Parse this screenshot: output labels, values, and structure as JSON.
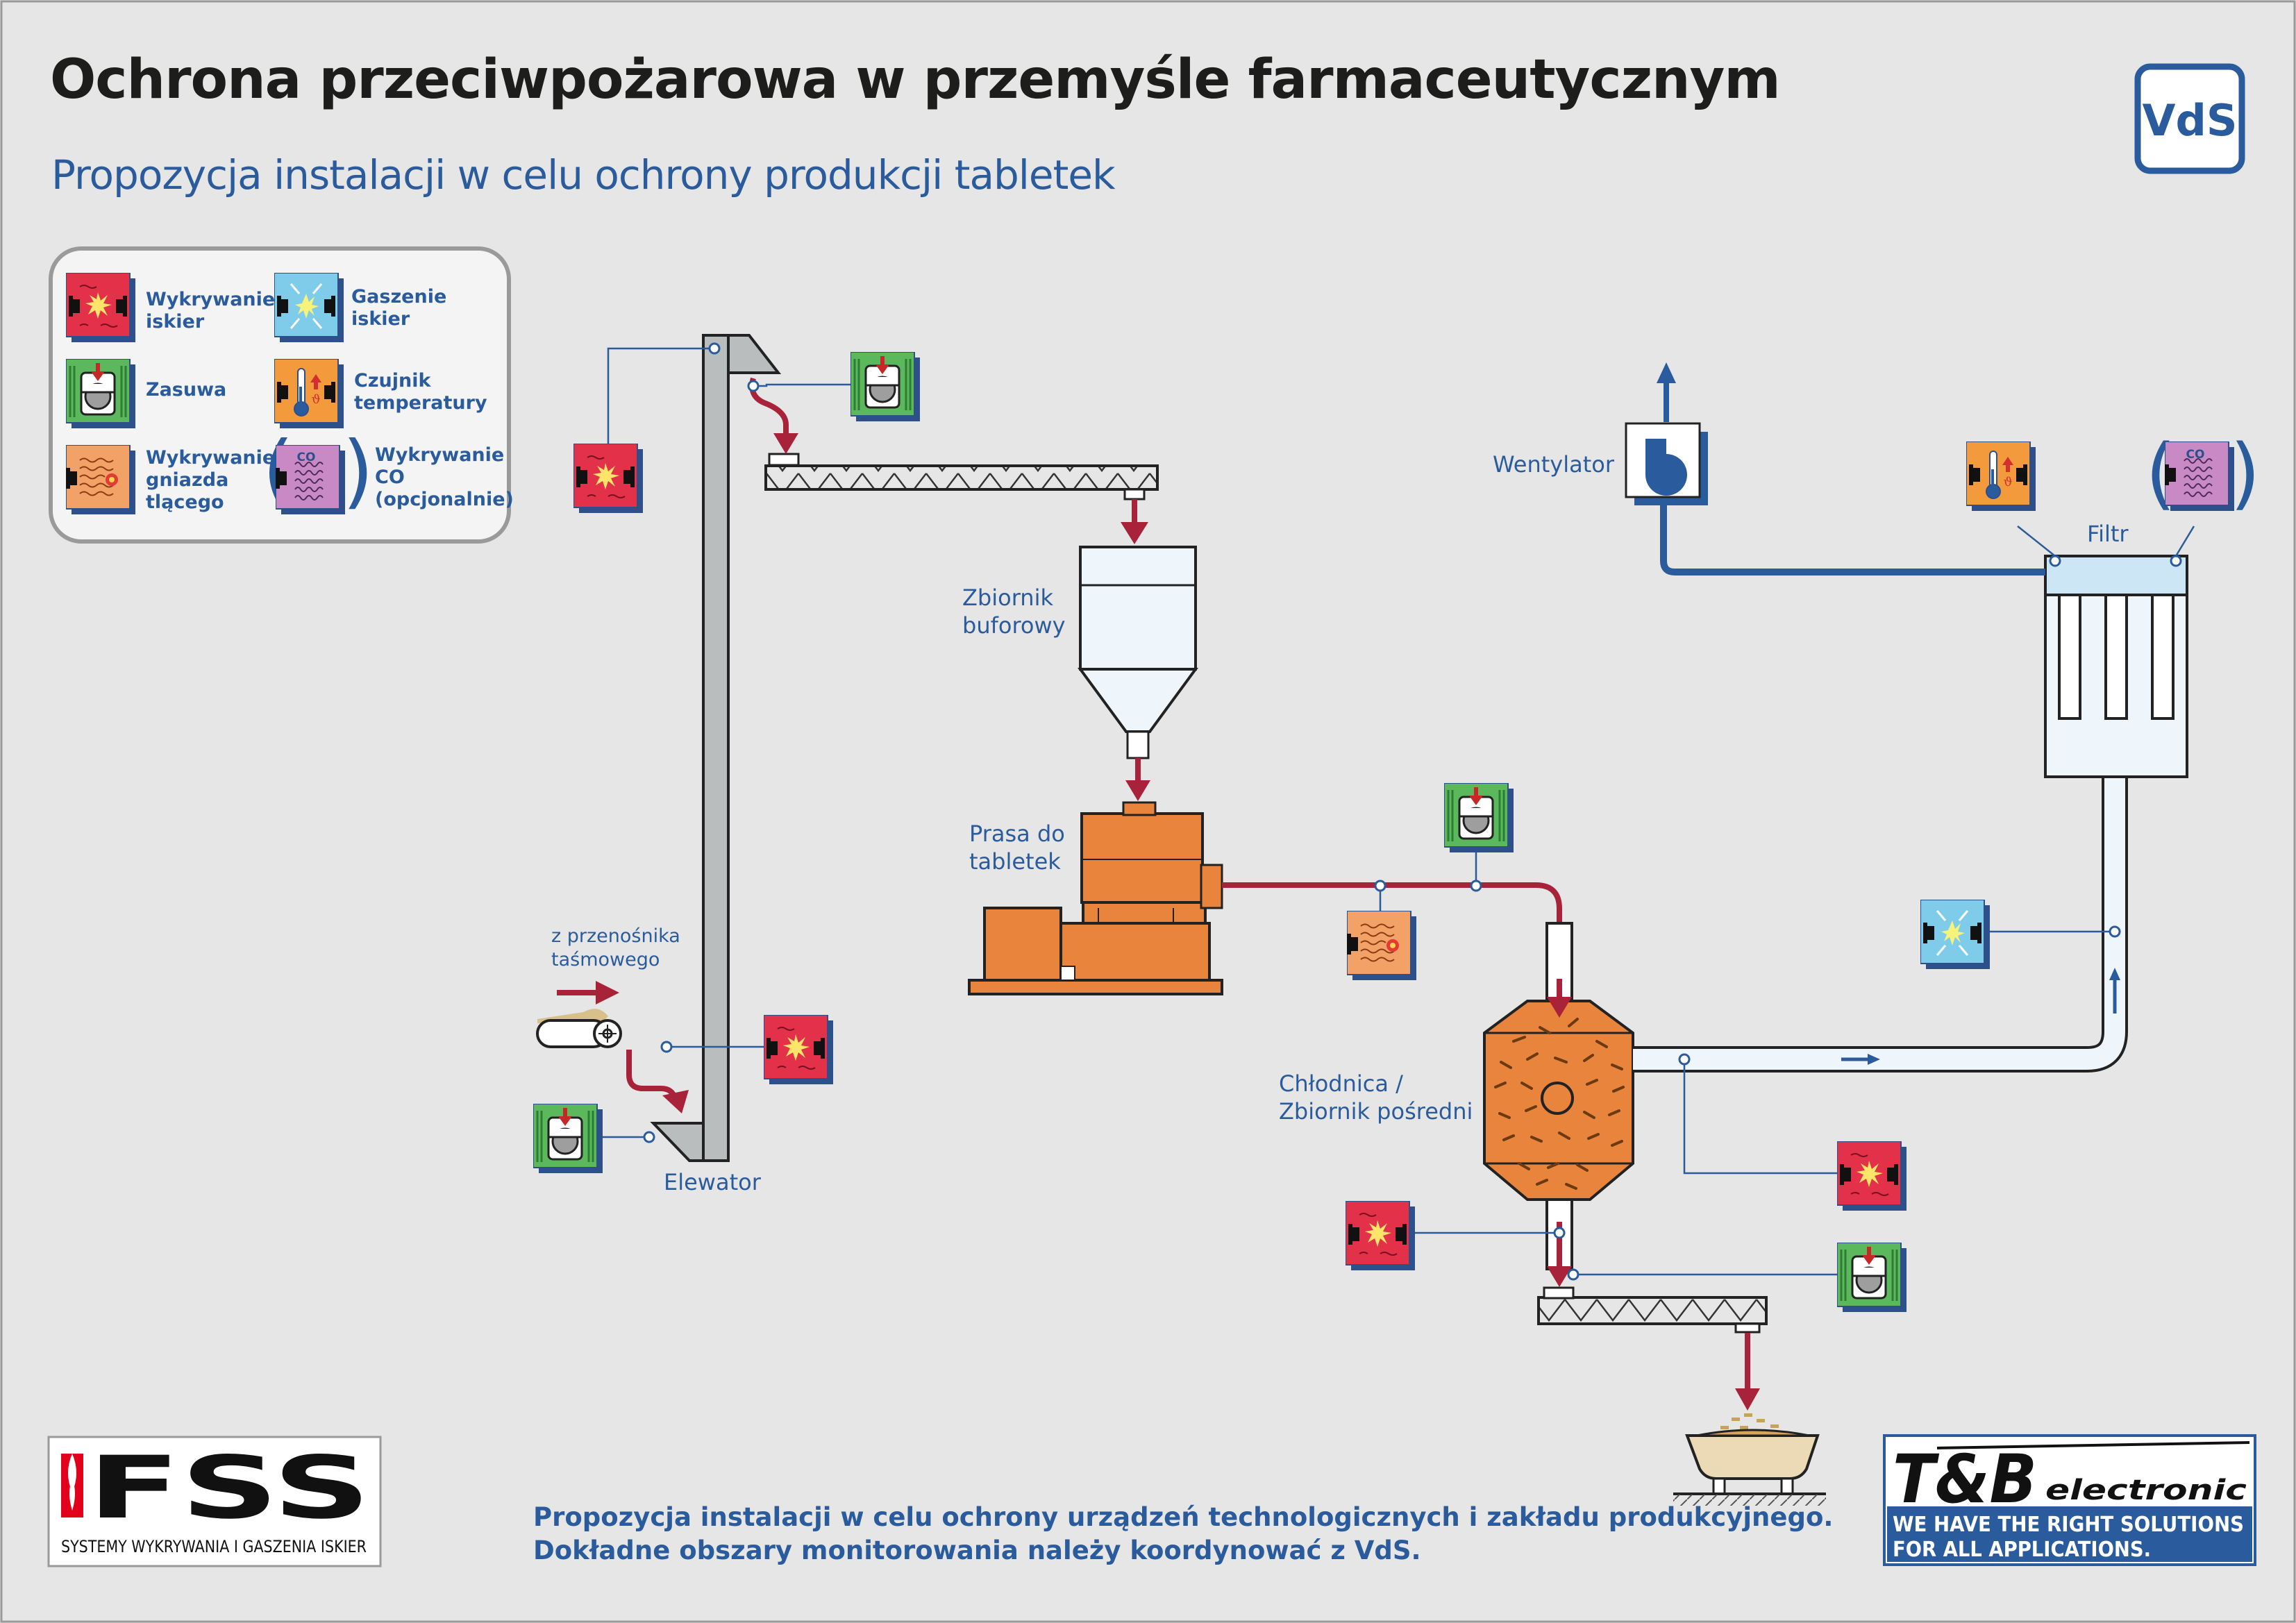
{
  "header": {
    "title": "Ochrona przeciwpożarowa w przemyśle farmaceutycznym",
    "subtitle": "Propozycja instalacji w celu ochrony produkcji tabletek",
    "vds_logo": "VdS"
  },
  "legend": {
    "spark_detection": [
      "Wykrywanie",
      "iskier"
    ],
    "spark_extinguishing": [
      "Gaszenie",
      "iskier"
    ],
    "gate": [
      "Zasuwa"
    ],
    "temperature_sensor": [
      "Czujnik",
      "temperatury"
    ],
    "smoldering_detection": [
      "Wykrywanie",
      "gniazda",
      "tlącego"
    ],
    "co_detection": [
      "Wykrywanie",
      "CO",
      "(opcjonalnie)"
    ],
    "co_badge": "CO"
  },
  "labels": {
    "belt_source": [
      "z przenośnika",
      "taśmowego"
    ],
    "elevator": "Elewator",
    "buffer_tank": [
      "Zbiornik",
      "buforowy"
    ],
    "tablet_press": [
      "Prasa do",
      "tabletek"
    ],
    "cooler": [
      "Chłodnica /",
      "Zbiornik pośredni"
    ],
    "fan": "Wentylator",
    "filter": "Filtr"
  },
  "footer": {
    "line1": "Propozycja instalacji w celu ochrony urządzeń technologicznych i zakładu produkcyjnego.",
    "line2": "Dokładne obszary monitorowania należy koordynować z VdS."
  },
  "logos": {
    "fss": "FSS",
    "fss_tagline": "SYSTEMY WYKRYWANIA I GASZENIA ISKIER",
    "tb": "T&B",
    "tb_sub": "electronic",
    "tb_slogan1": "WE HAVE THE RIGHT SOLUTIONS",
    "tb_slogan2": "FOR ALL APPLICATIONS."
  },
  "colors": {
    "accent_blue": "#2a5b9c",
    "material_red": "#a8233a",
    "machine_orange": "#e8843c",
    "spark_detector": "#e4314a",
    "extinguisher": "#7fcbea",
    "gate": "#5cb85c",
    "temperature": "#f39a3c",
    "smoldering": "#f2a266",
    "co_sensor": "#c989c5",
    "background": "#e6e6e6"
  }
}
